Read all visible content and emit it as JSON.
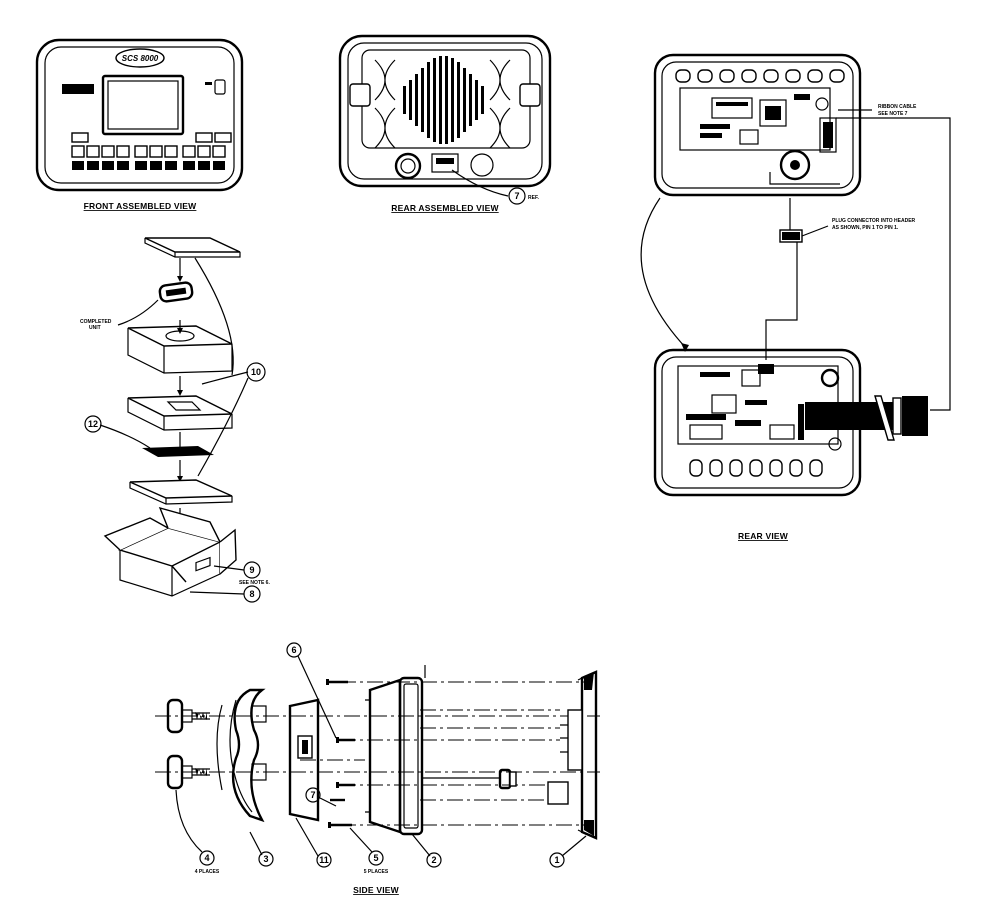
{
  "views": {
    "front_assembled": "FRONT ASSEMBLED VIEW",
    "rear_assembled": "REAR ASSEMBLED VIEW",
    "rear": "REAR VIEW",
    "side": "SIDE VIEW"
  },
  "device_logo": "SCS 8000",
  "notes": {
    "ribbon_cable": [
      "RIBBON CABLE",
      "SEE NOTE 7"
    ],
    "plug_connector": [
      "PLUG CONNECTOR INTO HEADER",
      "AS SHOWN, PIN 1 TO PIN 1."
    ],
    "completed_unit": [
      "COMPLETED",
      "UNIT"
    ],
    "see_note": "SEE NOTE 6.",
    "ref": "REF.",
    "four_places": "4 PLACES",
    "five_places": "5 PLACES"
  },
  "callouts": {
    "c1": "1",
    "c2": "2",
    "c3": "3",
    "c4": "4",
    "c5": "5",
    "c6": "6",
    "c7_rear": "7",
    "c7_side": "7",
    "c8": "8",
    "c9": "9",
    "c10": "10",
    "c12": "12",
    "c11": "11"
  }
}
